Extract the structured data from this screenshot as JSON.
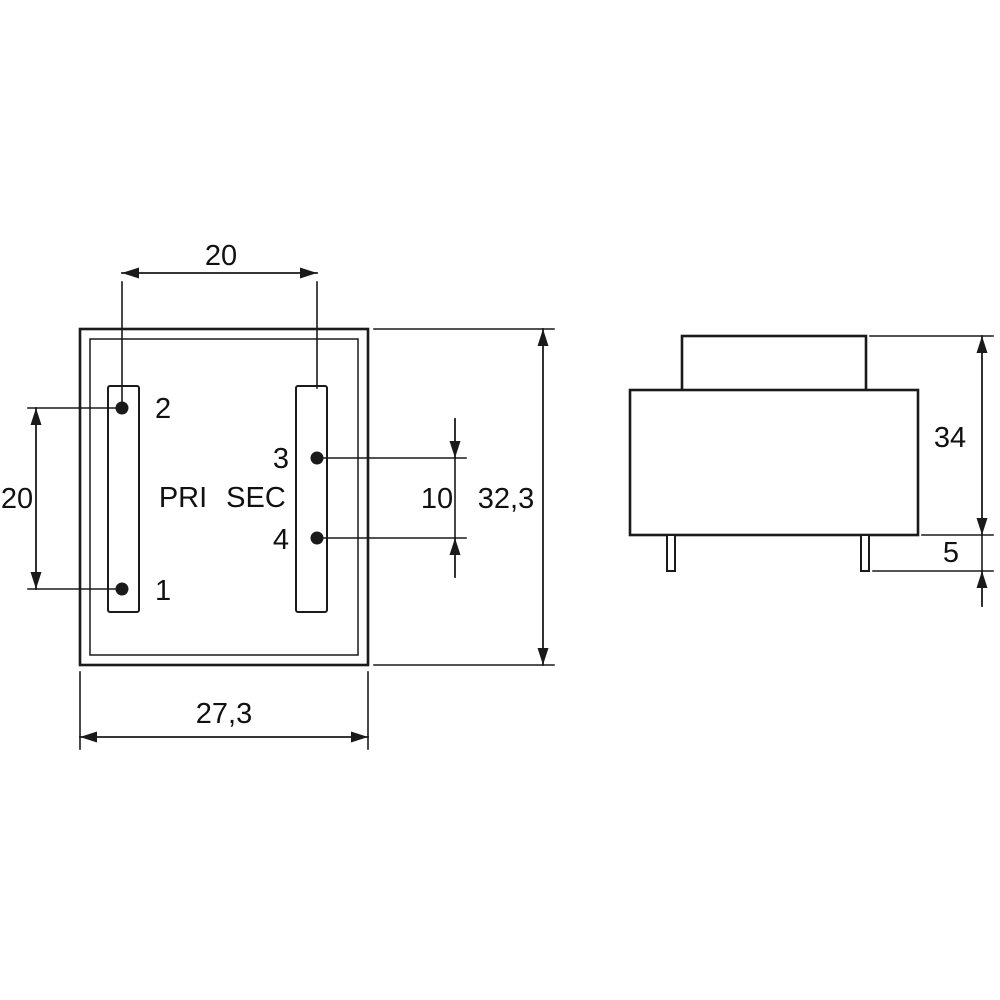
{
  "front_view": {
    "labels": {
      "pin1": "1",
      "pin2": "2",
      "pin3": "3",
      "pin4": "4",
      "primary": "PRI",
      "secondary": "SEC"
    },
    "dimensions": {
      "pin_column_spacing": "20",
      "primary_pin_pitch": "20",
      "secondary_pin_pitch": "10",
      "body_height": "32,3",
      "body_width": "27,3"
    }
  },
  "side_view": {
    "dimensions": {
      "body_height": "34",
      "pin_length": "5"
    }
  }
}
